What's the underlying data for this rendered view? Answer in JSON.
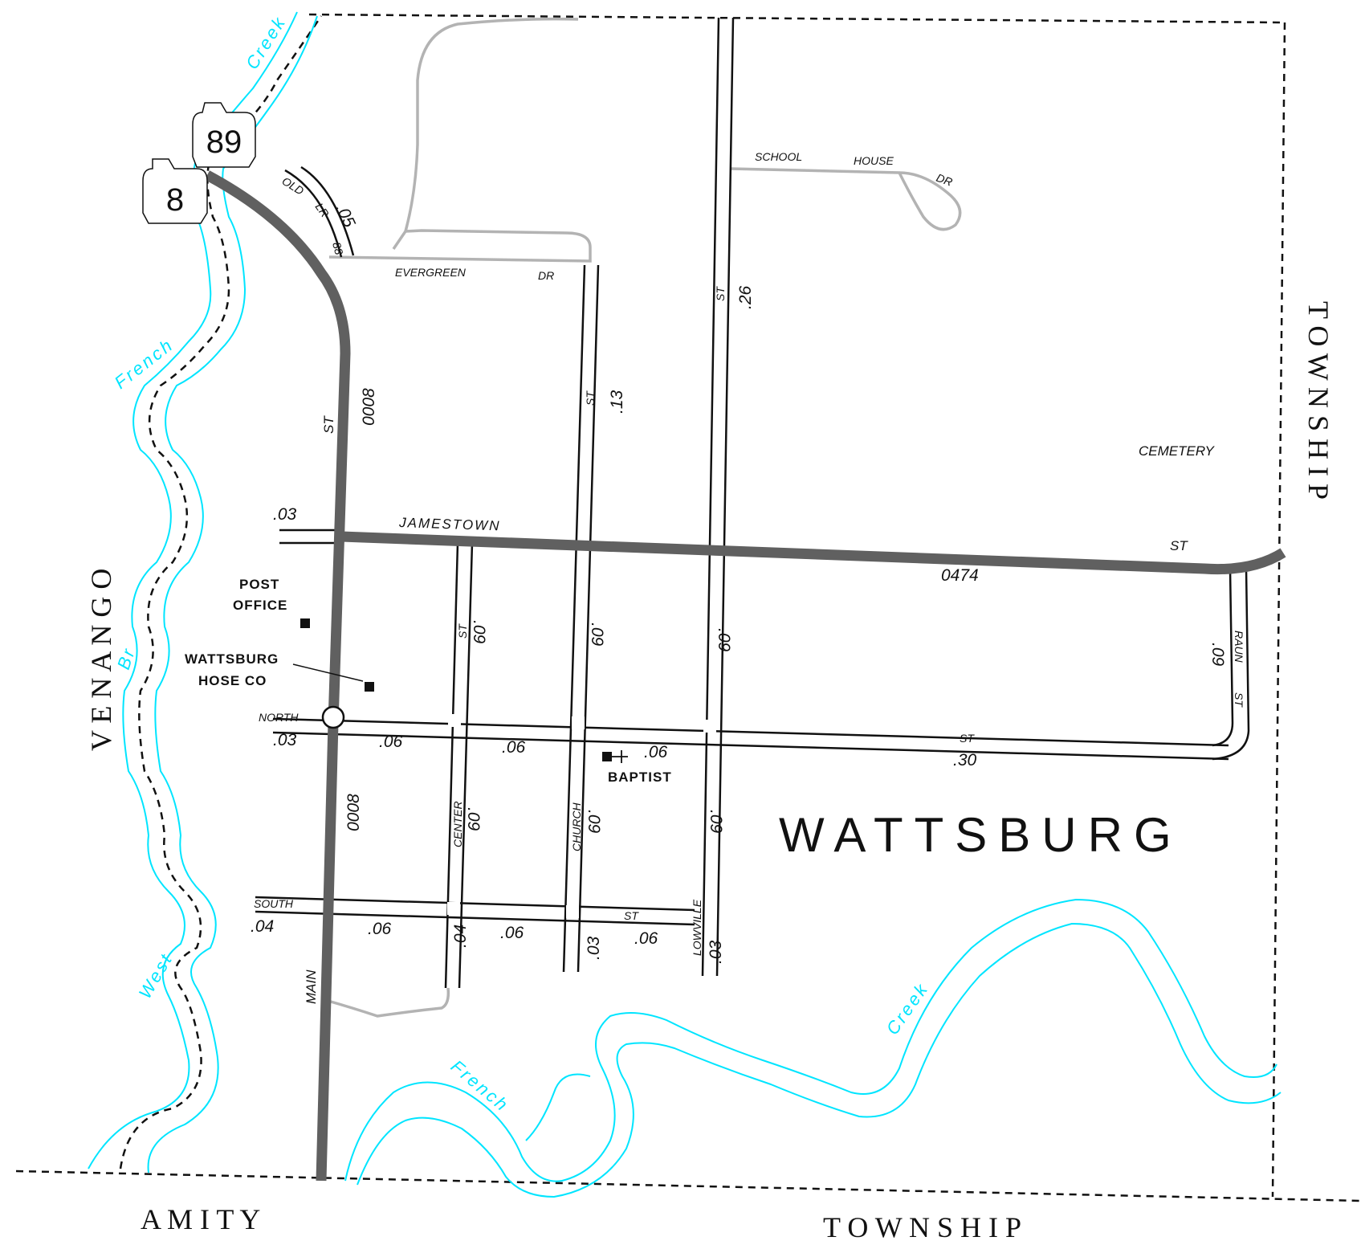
{
  "map": {
    "town_name": "WATTSBURG",
    "township_labels": {
      "west": "V E N A N G O",
      "east": "T O W N S H I P",
      "south_left": "A M I T Y",
      "south_right": "T O W N S H I P"
    },
    "route_shields": [
      "89",
      "8"
    ],
    "streets": {
      "main_st": "MAIN",
      "main_st_suffix": "ST",
      "main_st_route": "0008",
      "jamestown": "JAMESTOWN",
      "jamestown_suffix": "ST",
      "jamestown_route": "0474",
      "north": "NORTH",
      "north_suffix": "ST",
      "south": "SOUTH",
      "south_suffix": "ST",
      "center": "CENTER",
      "center_suffix": "ST",
      "church": "CHURCH",
      "church_suffix": "ST",
      "lowville": "LOWVILLE",
      "lowville_suffix": "ST",
      "raun": "RAUN",
      "raun_suffix": "ST",
      "evergreen": "EVERGREEN",
      "evergreen_suffix": "DR",
      "school": "SCHOOL",
      "house": "HOUSE",
      "school_house_suffix": "DR",
      "old": "OLD",
      "lr": "LR",
      "lr_num": "88"
    },
    "mileages": {
      "old_lr": ".05",
      "lowville_north": ".26",
      "church_north": ".13",
      "jamestown_west": ".03",
      "north_west": ".03",
      "south_west": ".04",
      "north_seg1": ".06",
      "north_seg2": ".06",
      "north_seg3": ".06",
      "north_east": ".30",
      "south_seg1": ".06",
      "south_seg2": ".06",
      "south_seg3": ".06",
      "center_upper": ".09",
      "church_upper": ".09",
      "lowville_upper": ".09",
      "raun": ".09",
      "center_lower": ".09",
      "church_lower": ".09",
      "lowville_lower": ".09",
      "center_south": ".04",
      "church_south": ".03",
      "lowville_south": ".03"
    },
    "places": {
      "post_office_line1": "POST",
      "post_office_line2": "OFFICE",
      "hose_co_line1": "WATTSBURG",
      "hose_co_line2": "HOSE  CO",
      "baptist": "BAPTIST",
      "cemetery": "CEMETERY"
    },
    "water": {
      "creek_north": "Creek",
      "west_branch_1": "French",
      "west_branch_2": "Br",
      "west_branch_3": "West",
      "south_creek_1": "French",
      "south_creek_2": "Creek"
    },
    "colors": {
      "water": "#00e5ff",
      "state_route": "#606060",
      "local_road": "#111111",
      "private_road": "#b3b3b3",
      "boundary": "#111111"
    }
  }
}
